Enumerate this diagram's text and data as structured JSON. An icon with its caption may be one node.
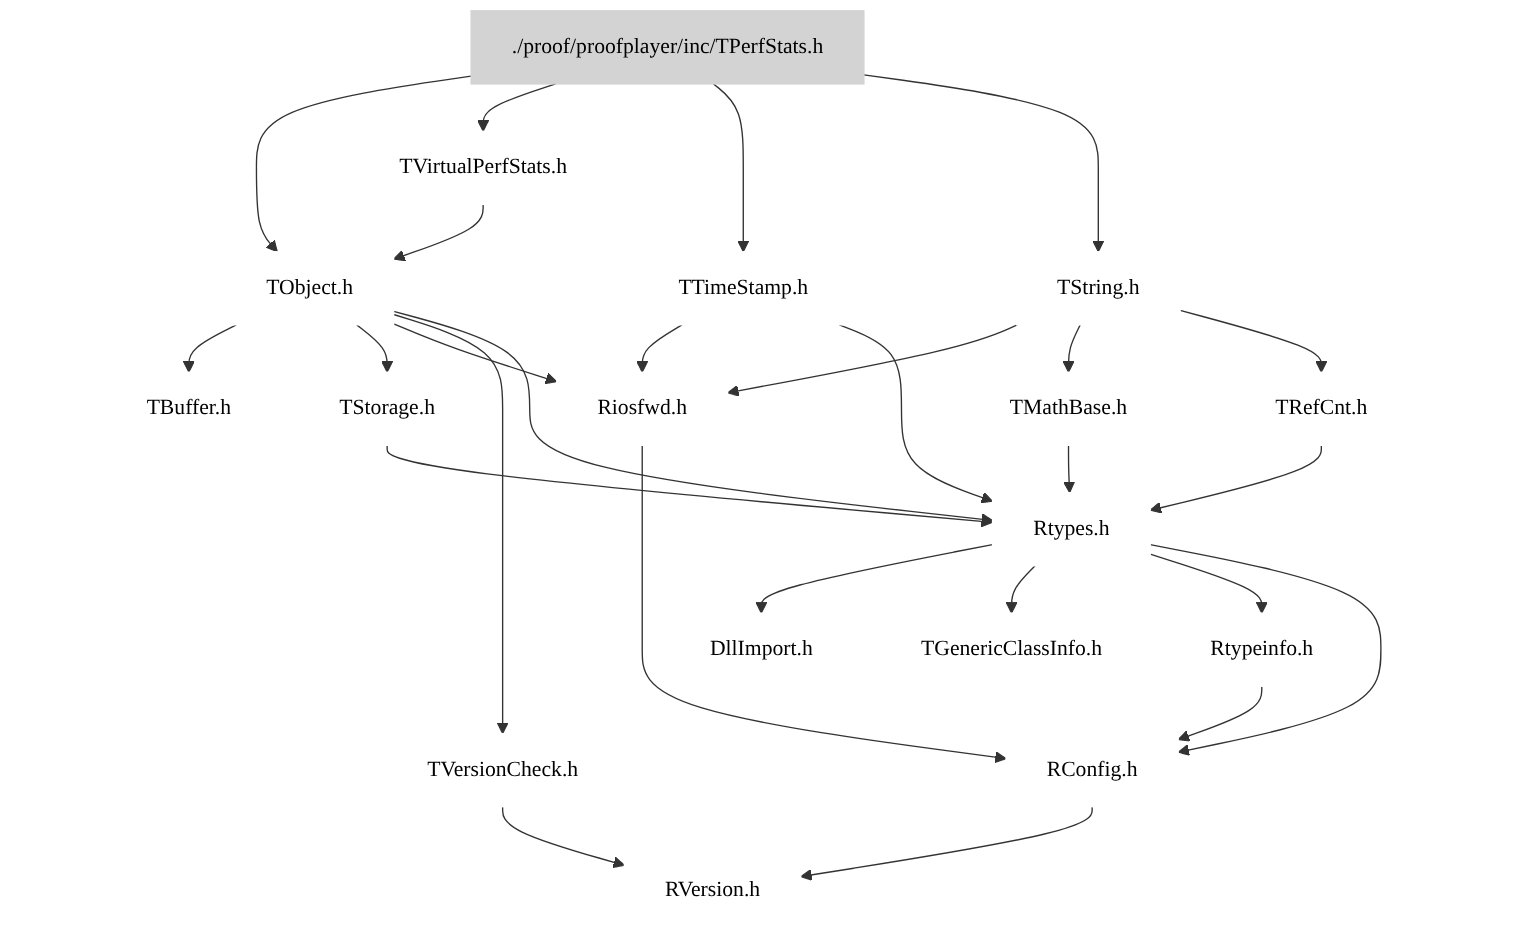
{
  "diagram": {
    "nodes": [
      {
        "text": [
          "./proof/proofplayer/inc/TPerfStats.h"
        ]
      },
      {
        "text": [
          "TVirtualPerfStats.h"
        ]
      },
      {
        "text": [
          "TObject.h"
        ]
      },
      {
        "text": [
          "TTimeStamp.h"
        ]
      },
      {
        "text": [
          "TString.h"
        ]
      },
      {
        "text": [
          "TBuffer.h"
        ]
      },
      {
        "text": [
          "TStorage.h"
        ]
      },
      {
        "text": [
          "Riosfwd.h"
        ]
      },
      {
        "text": [
          "TMathBase.h"
        ]
      },
      {
        "text": [
          "TRefCnt.h"
        ]
      },
      {
        "text": [
          "TVersionCheck.h"
        ]
      },
      {
        "text": [
          "Rtypes.h"
        ]
      },
      {
        "text": [
          "DllImport.h"
        ]
      },
      {
        "text": [
          "TGenericClassInfo.h"
        ]
      },
      {
        "text": [
          "Rtypeinfo.h"
        ]
      },
      {
        "text": [
          "RConfig.h"
        ]
      },
      {
        "text": [
          "RVersion.h"
        ]
      }
    ],
    "edges": [
      {
        "from": 0,
        "to": 2,
        "arrow": "to"
      },
      {
        "from": 0,
        "to": 1,
        "arrow": "to"
      },
      {
        "from": 0,
        "to": 3,
        "arrow": "to"
      },
      {
        "from": 0,
        "to": 4,
        "arrow": "to"
      },
      {
        "from": 1,
        "to": 2,
        "arrow": "to"
      },
      {
        "from": 2,
        "to": 5,
        "arrow": "to"
      },
      {
        "from": 2,
        "to": 6,
        "arrow": "to"
      },
      {
        "from": 2,
        "to": 7,
        "arrow": "to"
      },
      {
        "from": 2,
        "to": 10,
        "arrow": "to"
      },
      {
        "from": 2,
        "to": 11,
        "arrow": "to"
      },
      {
        "from": 3,
        "to": 7,
        "arrow": "to"
      },
      {
        "from": 3,
        "to": 11,
        "arrow": "to"
      },
      {
        "from": 4,
        "to": 7,
        "arrow": "to"
      },
      {
        "from": 4,
        "to": 8,
        "arrow": "to"
      },
      {
        "from": 4,
        "to": 9,
        "arrow": "to"
      },
      {
        "from": 6,
        "to": 11,
        "arrow": "to"
      },
      {
        "from": 7,
        "to": 15,
        "arrow": "to"
      },
      {
        "from": 8,
        "to": 11,
        "arrow": "to"
      },
      {
        "from": 9,
        "to": 11,
        "arrow": "to"
      },
      {
        "from": 10,
        "to": 16,
        "arrow": "to"
      },
      {
        "from": 11,
        "to": 12,
        "arrow": "to"
      },
      {
        "from": 11,
        "to": 13,
        "arrow": "to"
      },
      {
        "from": 11,
        "to": 14,
        "arrow": "to"
      },
      {
        "from": 11,
        "to": 15,
        "arrow": "to"
      },
      {
        "from": 14,
        "to": 15,
        "arrow": "to"
      },
      {
        "from": 15,
        "to": 16,
        "arrow": "to"
      }
    ]
  }
}
